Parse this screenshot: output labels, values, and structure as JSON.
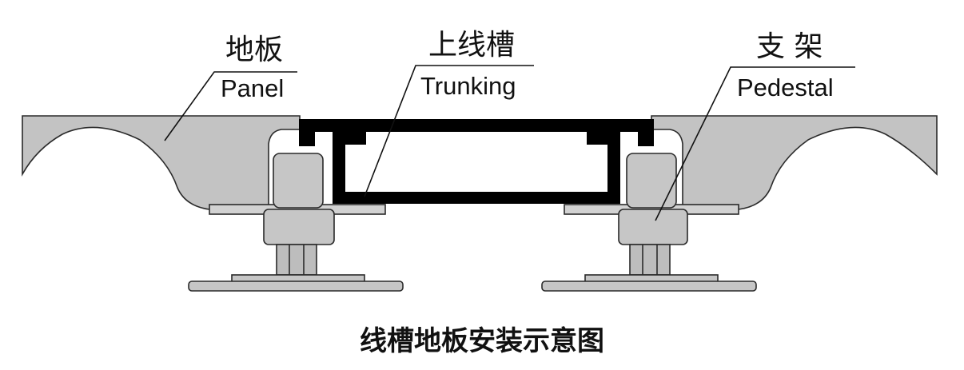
{
  "labels": {
    "panel": {
      "zh": "地板",
      "en": "Panel"
    },
    "trunking": {
      "zh": "上线槽",
      "en": "Trunking"
    },
    "pedestal": {
      "zh": "支 架",
      "en": "Pedestal"
    }
  },
  "caption": "线槽地板安装示意图",
  "colors": {
    "panel_fill": "#c3c3c3",
    "pedestal_fill": "#c6c6c6",
    "trunking_fill": "#000000",
    "outline": "#2a2a2a"
  }
}
